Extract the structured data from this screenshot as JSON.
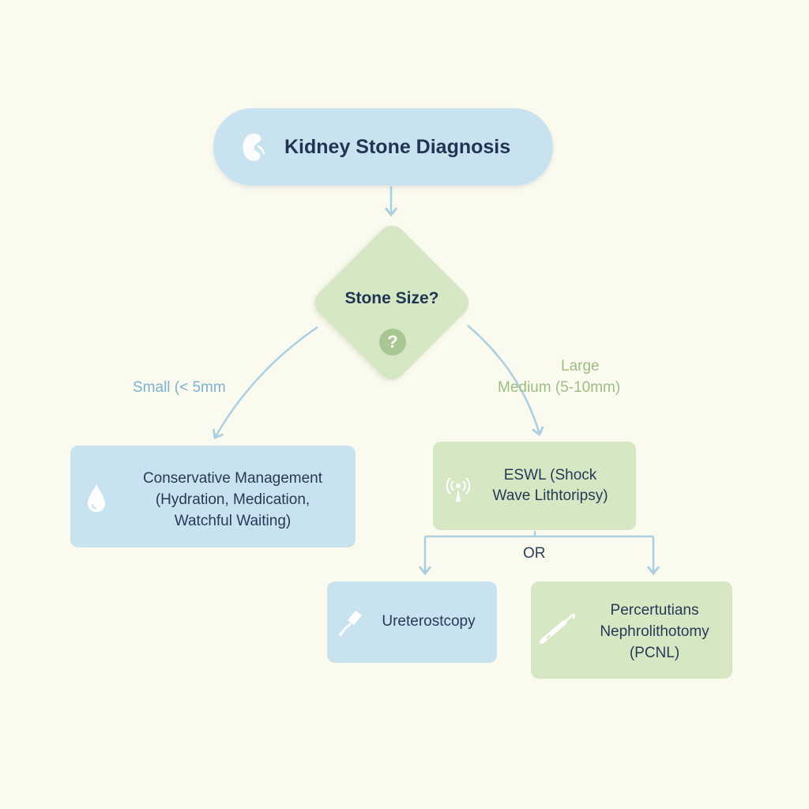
{
  "start": {
    "title": "Kidney Stone Diagnosis",
    "icon": "kidney-icon"
  },
  "decision": {
    "question": "Stone Size?",
    "badge": "?",
    "icon": "question-icon"
  },
  "branches": {
    "small": "Small (< 5mm",
    "large": "Large",
    "medium": "Medium (5-10mm)",
    "or": "OR"
  },
  "nodes": {
    "conservative": {
      "lines": [
        "Conservative Management",
        "(Hydration, Medication,",
        "Watchful Waiting)"
      ],
      "icon": "water-drop-icon"
    },
    "eswl": {
      "lines": [
        "ESWL (Shock",
        "Wave Lithtoripsy)"
      ],
      "icon": "shockwave-icon"
    },
    "ureteroscopy": {
      "lines": [
        "Ureterostcopy"
      ],
      "icon": "ureteroscope-icon"
    },
    "pcnl": {
      "lines": [
        "Percertutians",
        "Nephrolithotomy",
        "(PCNL)"
      ],
      "icon": "surgical-instrument-icon"
    }
  },
  "colors": {
    "background": "#fbfaee",
    "blue_node": "#c9e2ef",
    "green_node": "#d6e7c4",
    "blue_line": "#a9cfe3",
    "green_label": "#9dbd85",
    "blue_label": "#7ab3cf"
  }
}
